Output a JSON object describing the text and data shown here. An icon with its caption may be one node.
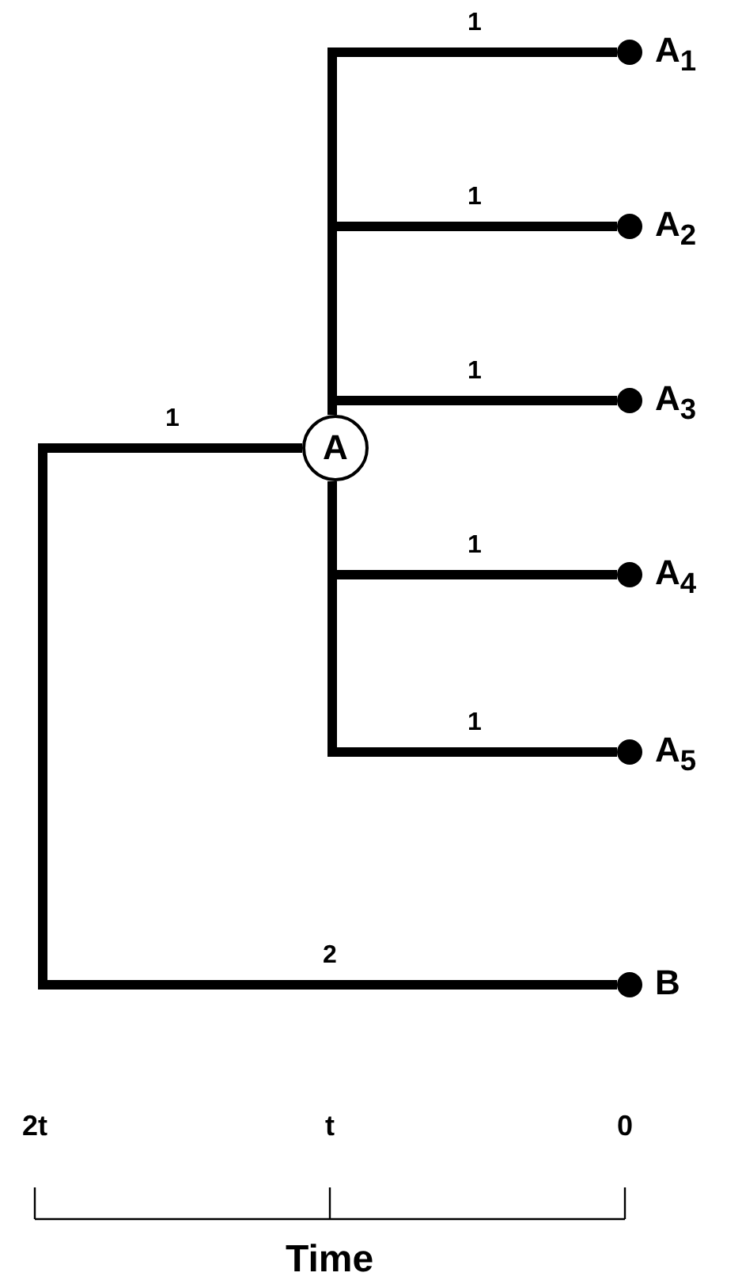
{
  "diagram": {
    "nodes": [
      {
        "text": [],
        "shape": "point"
      },
      {
        "text": [
          "A"
        ]
      },
      {
        "text": [
          "A$_{1}$"
        ]
      },
      {
        "text": [
          "A$_{2}$"
        ]
      },
      {
        "text": [
          "A$_{3}$"
        ]
      },
      {
        "text": [
          "A$_{4}$"
        ]
      },
      {
        "text": [
          "A$_{5}$"
        ]
      },
      {
        "text": [
          "B"
        ]
      }
    ],
    "edges": [
      {
        "from": 0,
        "to": 1,
        "arrow": "none",
        "label": "1"
      },
      {
        "from": 1,
        "to": 2,
        "arrow": "none",
        "label": "1"
      },
      {
        "from": 1,
        "to": 3,
        "arrow": "none",
        "label": "1"
      },
      {
        "from": 1,
        "to": 4,
        "arrow": "none",
        "label": "1"
      },
      {
        "from": 1,
        "to": 5,
        "arrow": "none",
        "label": "1"
      },
      {
        "from": 1,
        "to": 6,
        "arrow": "none",
        "label": "1"
      },
      {
        "from": 0,
        "to": 7,
        "arrow": "none",
        "label": "2"
      }
    ],
    "labels": [
      "2t",
      "t",
      "0",
      "Time"
    ]
  }
}
